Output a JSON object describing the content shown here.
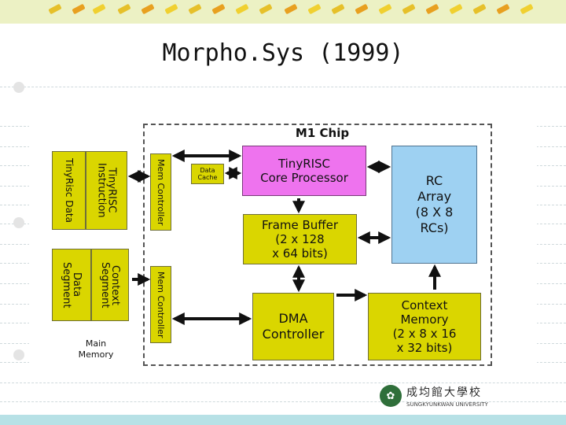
{
  "slide": {
    "title": "Morpho.Sys (1999)"
  },
  "diagram": {
    "chip_label": "M1 Chip",
    "blocks": {
      "tinyrisc_instruction": "TinyRISC\nInstruction",
      "tinyrisc_data": "TinyRisc Data",
      "context_segment": "Context\nSegment",
      "data_segment": "Data\nSegment",
      "main_memory": "Main\nMemory",
      "mem_controller_top": "Mem Controller",
      "mem_controller_bottom": "Mem Controller",
      "data_cache": "Data\nCache",
      "tinyrisc_core": "TinyRISC\nCore Processor",
      "frame_buffer": "Frame Buffer\n(2 x 128\nx 64 bits)",
      "rc_array": "RC\nArray\n(8 X 8\nRCs)",
      "dma_controller": "DMA\nController",
      "context_memory": "Context\nMemory\n(2 x 8 x 16\nx 32 bits)"
    },
    "colors": {
      "memory_blocks": "#dad600",
      "tinyrisc_core": "#ee73ee",
      "rc_array": "#9ed1f2",
      "arrows": "#111111"
    }
  },
  "logo": {
    "cjk": "成均館大學校",
    "name": "SUNGKYUNKWAN UNIVERSITY"
  }
}
